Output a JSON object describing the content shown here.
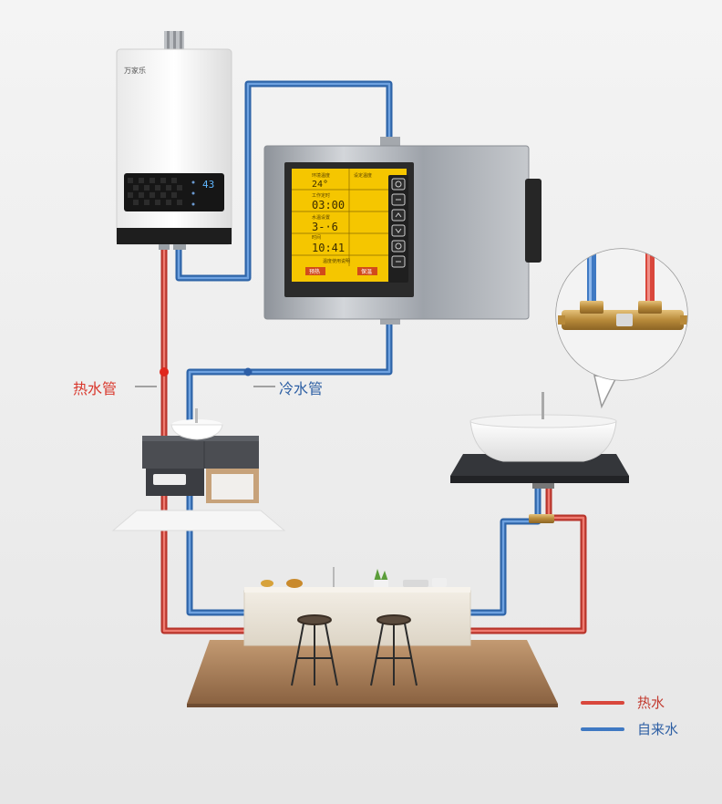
{
  "heater": {
    "brand": "万家乐",
    "display_value": "43"
  },
  "controller": {
    "screen": {
      "header_left": "环境温度",
      "header_right": "设定温度",
      "temp": "24°",
      "row1_label": "工作定时",
      "row1_value": "03:00",
      "row2_label": "水温设置",
      "row2_value": "3-·6",
      "row3_label": "时间",
      "row3_value": "10:41",
      "footer_note": "温度使用说明",
      "btn_left": "预热",
      "btn_right": "保温"
    },
    "buttons": [
      "power",
      "mode",
      "up",
      "down",
      "clock",
      "menu"
    ]
  },
  "labels": {
    "hot_pipe": "热水管",
    "cold_pipe": "冷水管"
  },
  "legend": {
    "hot": "热水",
    "tap": "自来水"
  },
  "colors": {
    "hot": "#d9473c",
    "cold": "#3f79c3",
    "screen": "#f5c600",
    "steel": "#a9adb3"
  }
}
